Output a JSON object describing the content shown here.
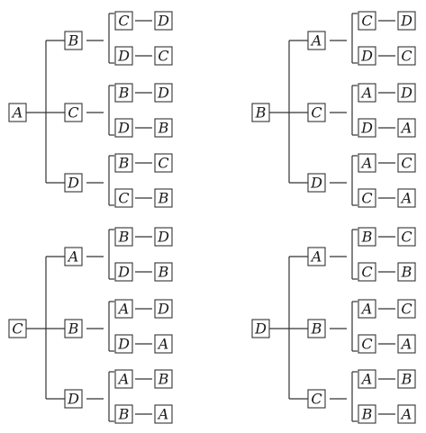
{
  "trees": [
    {
      "root": "A",
      "branches": [
        {
          "label": "B",
          "leaves": [
            [
              "C",
              "D"
            ],
            [
              "D",
              "C"
            ]
          ]
        },
        {
          "label": "C",
          "leaves": [
            [
              "B",
              "D"
            ],
            [
              "D",
              "B"
            ]
          ]
        },
        {
          "label": "D",
          "leaves": [
            [
              "B",
              "C"
            ],
            [
              "C",
              "B"
            ]
          ]
        }
      ]
    },
    {
      "root": "B",
      "branches": [
        {
          "label": "A",
          "leaves": [
            [
              "C",
              "D"
            ],
            [
              "D",
              "C"
            ]
          ]
        },
        {
          "label": "C",
          "leaves": [
            [
              "A",
              "D"
            ],
            [
              "D",
              "A"
            ]
          ]
        },
        {
          "label": "D",
          "leaves": [
            [
              "A",
              "C"
            ],
            [
              "C",
              "A"
            ]
          ]
        }
      ]
    },
    {
      "root": "C",
      "branches": [
        {
          "label": "A",
          "leaves": [
            [
              "B",
              "D"
            ],
            [
              "D",
              "B"
            ]
          ]
        },
        {
          "label": "B",
          "leaves": [
            [
              "A",
              "D"
            ],
            [
              "D",
              "A"
            ]
          ]
        },
        {
          "label": "D",
          "leaves": [
            [
              "A",
              "B"
            ],
            [
              "B",
              "A"
            ]
          ]
        }
      ]
    },
    {
      "root": "D",
      "branches": [
        {
          "label": "A",
          "leaves": [
            [
              "B",
              "C"
            ],
            [
              "C",
              "B"
            ]
          ]
        },
        {
          "label": "B",
          "leaves": [
            [
              "A",
              "C"
            ],
            [
              "C",
              "A"
            ]
          ]
        },
        {
          "label": "C",
          "leaves": [
            [
              "A",
              "B"
            ],
            [
              "B",
              "A"
            ]
          ]
        }
      ]
    }
  ]
}
